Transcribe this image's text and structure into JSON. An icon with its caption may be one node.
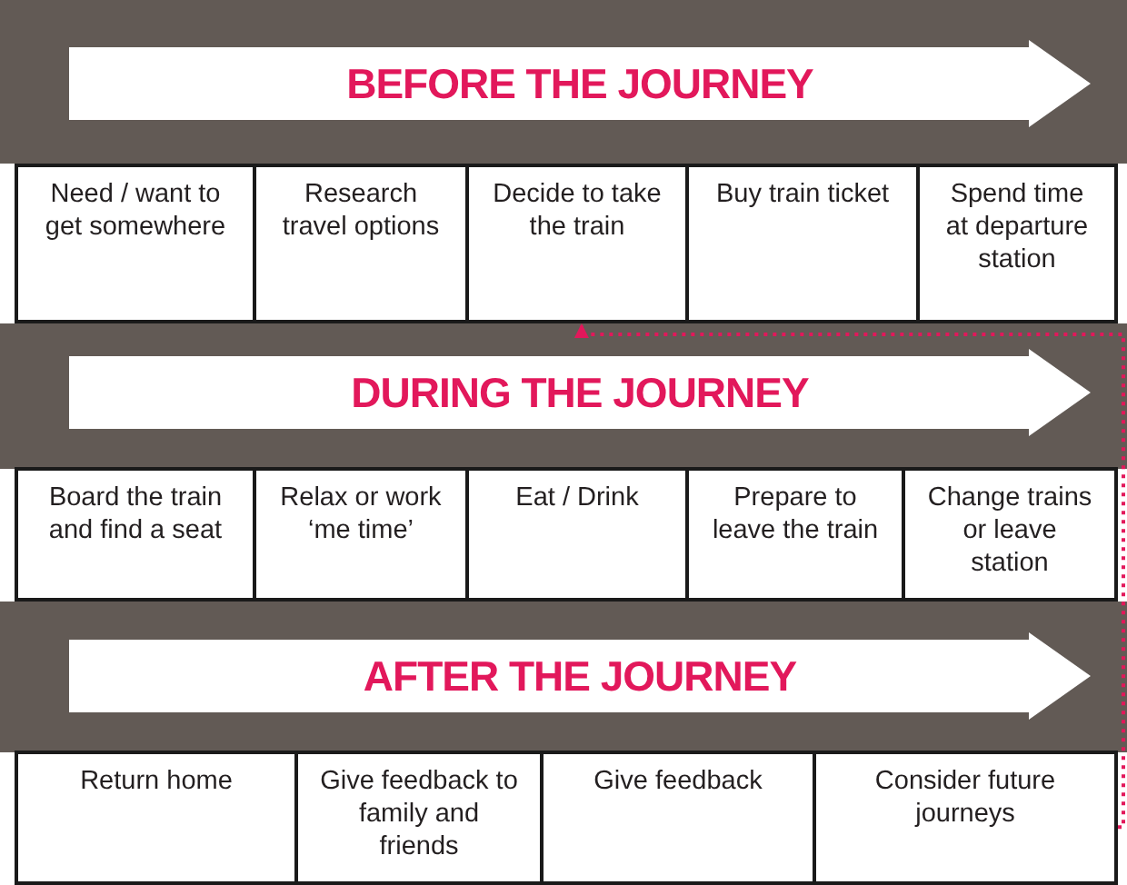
{
  "diagram": {
    "nodes": [
      {
        "text": [
          "BEFORE THE JOURNEY"
        ]
      },
      {
        "text": [
          "Need / want to get somewhere"
        ]
      },
      {
        "text": [
          "Research travel options"
        ]
      },
      {
        "text": [
          "Decide to take the train"
        ]
      },
      {
        "text": [
          "Buy train ticket"
        ]
      },
      {
        "text": [
          "Spend time at departure station"
        ]
      },
      {
        "text": [
          "DURING THE JOURNEY"
        ]
      },
      {
        "text": [
          "Board the train and find a seat"
        ]
      },
      {
        "text": [
          "Relax or work ‘me time’"
        ]
      },
      {
        "text": [
          "Eat / Drink"
        ]
      },
      {
        "text": [
          "Prepare to leave the train"
        ]
      },
      {
        "text": [
          "Change trains or leave station"
        ]
      },
      {
        "text": [
          "AFTER THE JOURNEY"
        ]
      },
      {
        "text": [
          "Return home"
        ]
      },
      {
        "text": [
          "Give feedback to family and friends"
        ]
      },
      {
        "text": [
          "Give feedback"
        ]
      },
      {
        "text": [
          "Consider future journeys"
        ]
      }
    ],
    "edges": [
      {
        "from": 16,
        "to": 3,
        "arrow": "to",
        "style": "dashed",
        "color": "#e2185b"
      }
    ]
  }
}
